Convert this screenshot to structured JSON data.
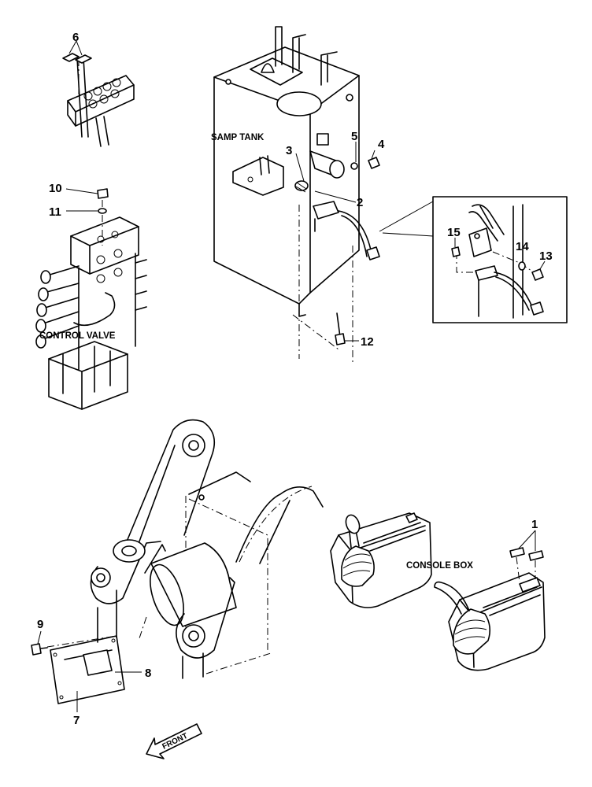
{
  "labels": {
    "samp_tank": "SAMP TANK",
    "control_valve": "CONTROL VALVE",
    "console_box": "CONSOLE BOX",
    "front": "FRONT"
  },
  "callouts": {
    "c1": "1",
    "c2": "2",
    "c3": "3",
    "c4": "4",
    "c5": "5",
    "c6": "6",
    "c7": "7",
    "c8": "8",
    "c9": "9",
    "c10": "10",
    "c11": "11",
    "c12": "12",
    "c13": "13",
    "c14": "14",
    "c15": "15"
  }
}
